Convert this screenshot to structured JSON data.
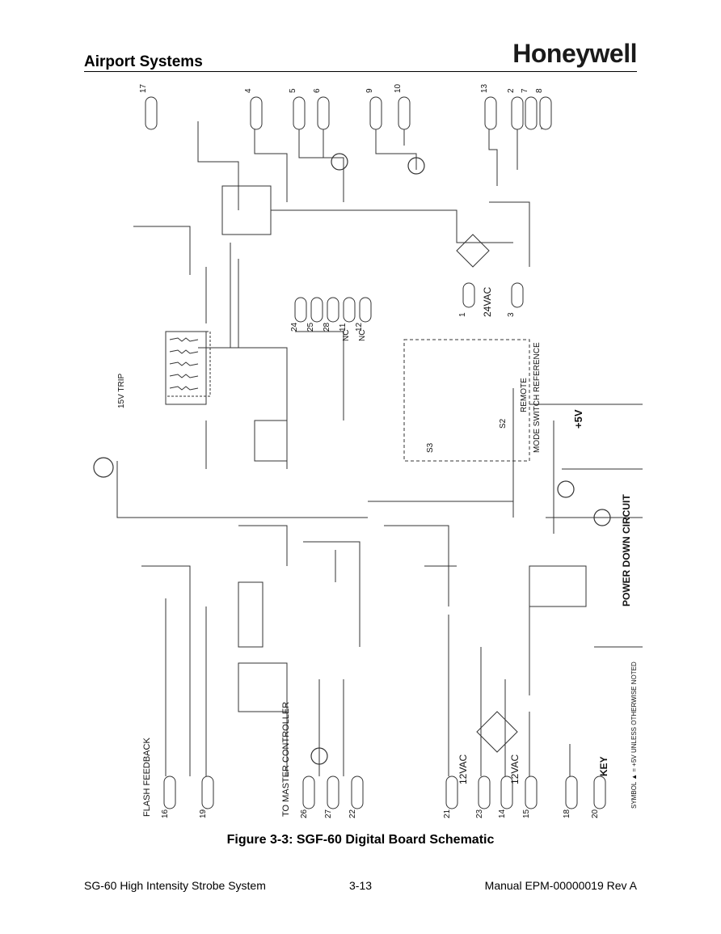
{
  "header": {
    "section": "Airport Systems",
    "brand": "Honeywell"
  },
  "schematic": {
    "pins_top": [
      "17",
      "4",
      "5",
      "6",
      "9",
      "10",
      "13",
      "2",
      "7",
      "8"
    ],
    "pins_bottom": [
      "16",
      "19",
      "26",
      "27",
      "22",
      "21",
      "23",
      "14",
      "15",
      "18",
      "20"
    ],
    "pins_mid": [
      "24",
      "25",
      "28",
      "11",
      "12",
      "1",
      "3"
    ],
    "labels": {
      "ac24": "24VAC",
      "ac12a": "12VAC",
      "ac12b": "12VAC",
      "plus5": "+5V",
      "power_down": "POWER DOWN CIRCUIT",
      "mode_switch": "MODE SWITCH REFERENCE",
      "remote": "REMOTE",
      "flash_feedback": "FLASH FEEDBACK",
      "master_controller": "TO MASTER CONTROLLER",
      "key": "KEY",
      "nc1": "NC",
      "nc2": "NC",
      "s2": "S2",
      "s3": "S3",
      "trip": "15V TRIP",
      "symbol_note": "SYMBOL ▲ = +5V UNLESS OTHERWISE NOTED"
    }
  },
  "caption": "Figure 3-3: SGF-60 Digital Board Schematic",
  "footer": {
    "left": "SG-60 High Intensity Strobe System",
    "center": "3-13",
    "right": "Manual EPM-00000019 Rev A"
  }
}
